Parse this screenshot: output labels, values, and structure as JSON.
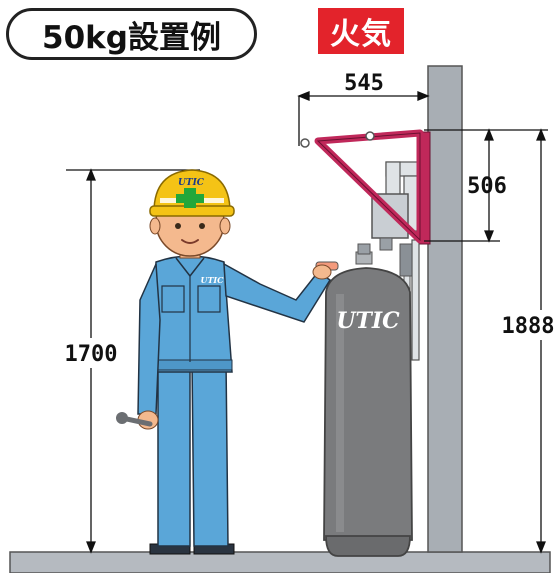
{
  "header": {
    "title": "50kg設置例",
    "gas_type": "火気"
  },
  "dimensions": {
    "bracket_width": "545",
    "bracket_height": "506",
    "person_height": "1700",
    "mount_height": "1888"
  },
  "labels": {
    "cylinder_brand": "UTIC",
    "helmet_brand": "UTIC",
    "uniform_brand": "UTIC"
  },
  "colors": {
    "fire_badge": "#e3232b",
    "bracket": "#c0285a",
    "uniform": "#5aa6d8",
    "helmet": "#f4c316",
    "cylinder": "#7a7b7d",
    "wall": "#a8aeb4"
  }
}
